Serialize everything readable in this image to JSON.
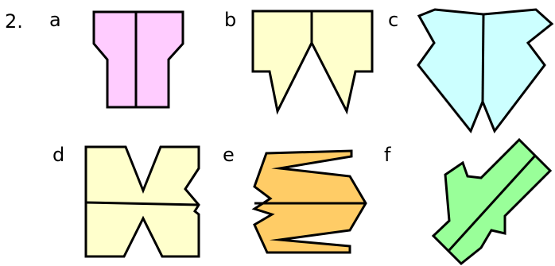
{
  "question_number": "2.",
  "figures": [
    {
      "label": "a",
      "fill": "#ffccff"
    },
    {
      "label": "b",
      "fill": "#ffffcc"
    },
    {
      "label": "c",
      "fill": "#ccffff"
    },
    {
      "label": "d",
      "fill": "#ffffcc"
    },
    {
      "label": "e",
      "fill": "#ffcc66"
    },
    {
      "label": "f",
      "fill": "#99ff99"
    }
  ]
}
